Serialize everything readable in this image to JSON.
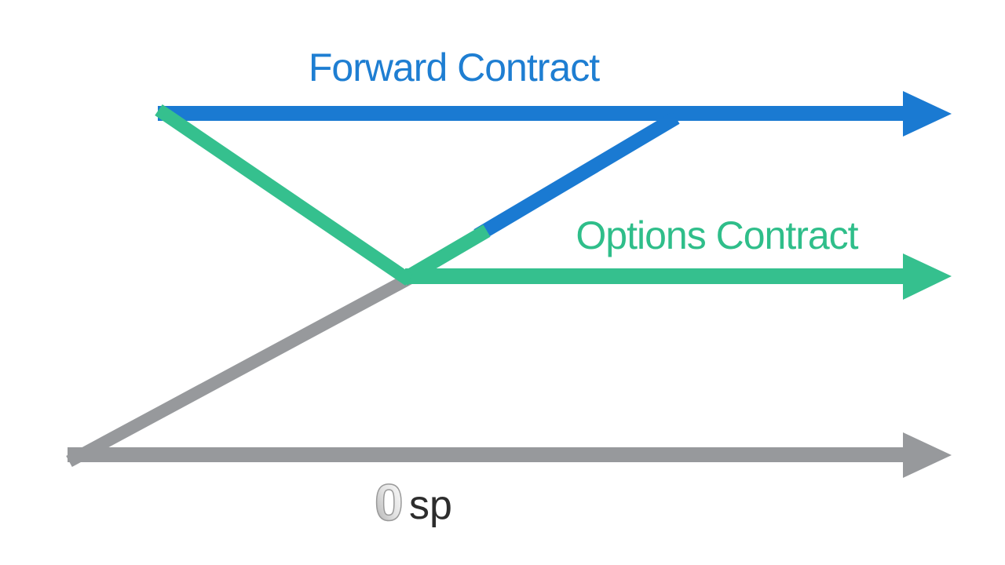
{
  "diagram": {
    "background_color": "#ffffff",
    "forward": {
      "label": "Forward Contract",
      "line_color": "#1a7ad2",
      "label_color": "#1e7ed2"
    },
    "options": {
      "label": "Options Contract",
      "line_color": "#35c08e",
      "label_color": "#2fbe8a"
    },
    "spot": {
      "zero": "0",
      "label": "sp",
      "zero_icon": "glossy-zero",
      "line_color": "#97999c",
      "label_color": "#2d2d2d",
      "zero_outline_color": "#9a9a9a"
    }
  }
}
